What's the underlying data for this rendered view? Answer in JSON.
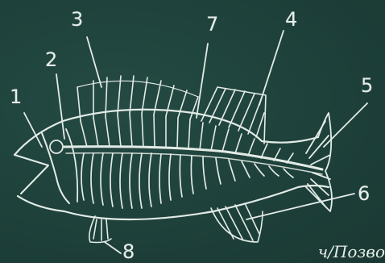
{
  "diagram": {
    "labels": [
      "1",
      "2",
      "3",
      "7",
      "4",
      "5",
      "6",
      "8"
    ],
    "caption": "ч/Позво"
  },
  "colors": {
    "board": "#1f433c",
    "chalk": "#e3ebe6"
  }
}
